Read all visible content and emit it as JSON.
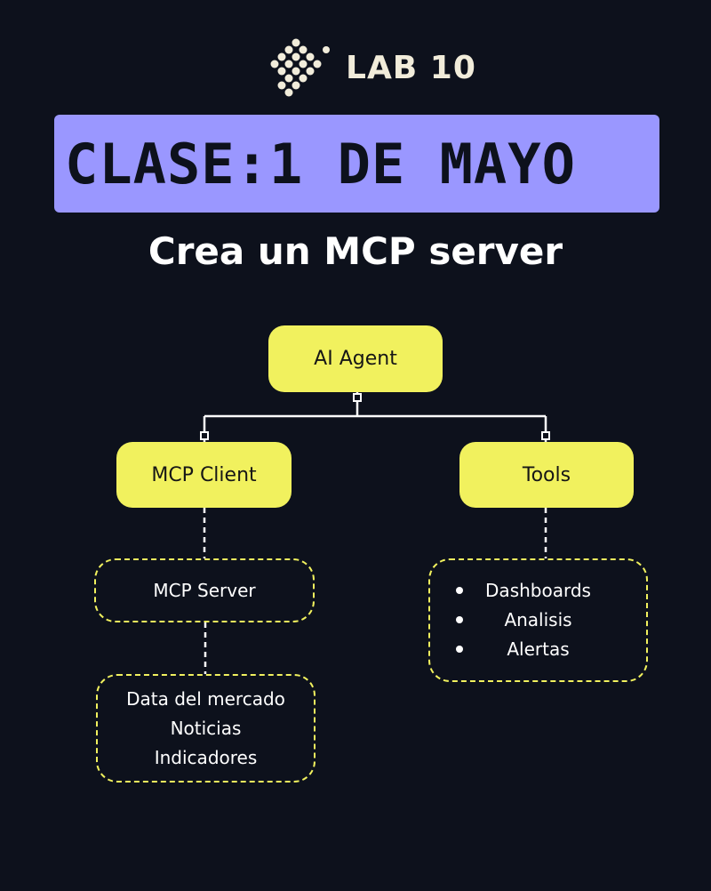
{
  "logo": {
    "text": "LAB 10",
    "icon": "lab10-logo-icon",
    "color": "#f1ecda"
  },
  "banner": {
    "text": "CLASE:1 DE MAYO",
    "color": "#9a97ff"
  },
  "subtitle": "Crea un MCP server",
  "diagram": {
    "root": "AI Agent",
    "left": {
      "node": "MCP Client",
      "child": "MCP Server",
      "grandchild_lines": [
        "Data del mercado",
        "Noticias",
        "Indicadores"
      ]
    },
    "right": {
      "node": "Tools",
      "items": [
        "Dashboards",
        "Analisis",
        "Alertas"
      ]
    }
  },
  "colors": {
    "background": "#0d111c",
    "node_fill": "#f1f15e",
    "dashed_border": "#f1f15e"
  }
}
